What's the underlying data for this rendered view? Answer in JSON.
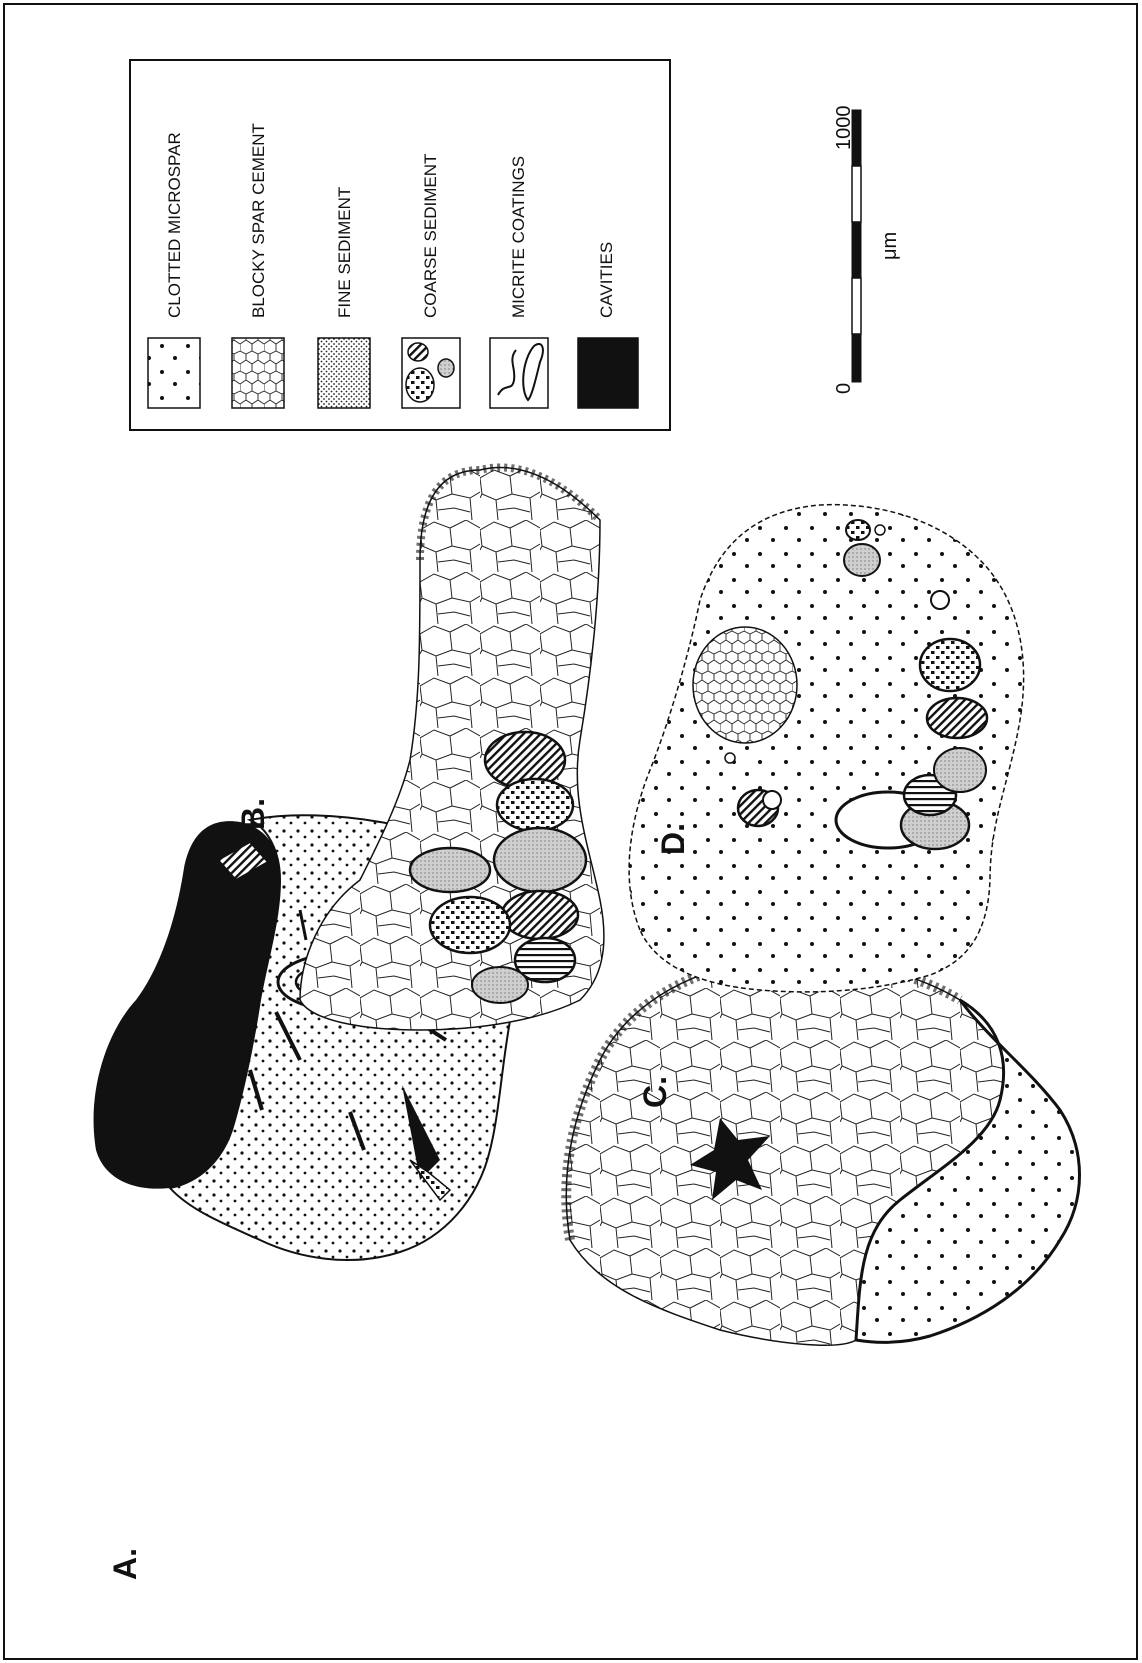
{
  "panels": {
    "a": "A.",
    "b": "B.",
    "c": "C.",
    "d": "D."
  },
  "legend": {
    "items": [
      {
        "label": "CLOTTED MICROSPAR",
        "symbol": "clotted-microspar"
      },
      {
        "label": "BLOCKY SPAR CEMENT",
        "symbol": "blocky-spar-cement"
      },
      {
        "label": "FINE SEDIMENT",
        "symbol": "fine-sediment"
      },
      {
        "label": "COARSE SEDIMENT",
        "symbol": "coarse-sediment"
      },
      {
        "label": "MICRITE COATINGS",
        "symbol": "micrite-coatings"
      },
      {
        "label": "CAVITIES",
        "symbol": "cavities"
      }
    ]
  },
  "scale_bar": {
    "start": "0",
    "end": "1000",
    "unit": "μm",
    "segments": 5
  },
  "colors": {
    "ink": "#111111",
    "paper": "#ffffff"
  }
}
